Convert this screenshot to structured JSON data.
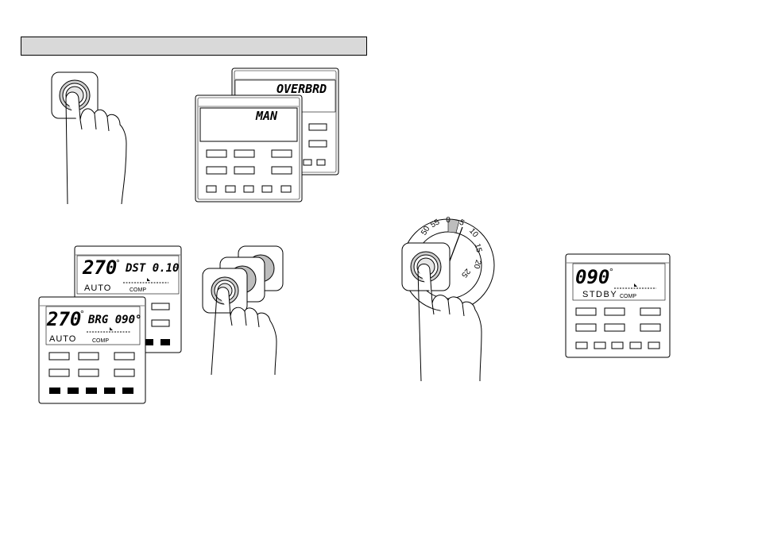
{
  "panels": {
    "overboard_back": {
      "text": "OVERBRD"
    },
    "overboard_front": {
      "text": "MAN"
    },
    "dist_back": {
      "heading": "270",
      "degree": "°",
      "readout": "DST 0.10",
      "mode": "AUTO",
      "source": "COMP"
    },
    "bearing_front": {
      "heading": "270",
      "degree": "°",
      "readout": "BRG 090°",
      "mode": "AUTO",
      "source": "COMP"
    },
    "standby": {
      "heading": "090",
      "degree": "°",
      "mode": "STDBY",
      "source": "COMP"
    }
  },
  "dial": {
    "labels": [
      "50",
      "55",
      "0",
      "5",
      "10",
      "15",
      "20",
      "25"
    ]
  }
}
